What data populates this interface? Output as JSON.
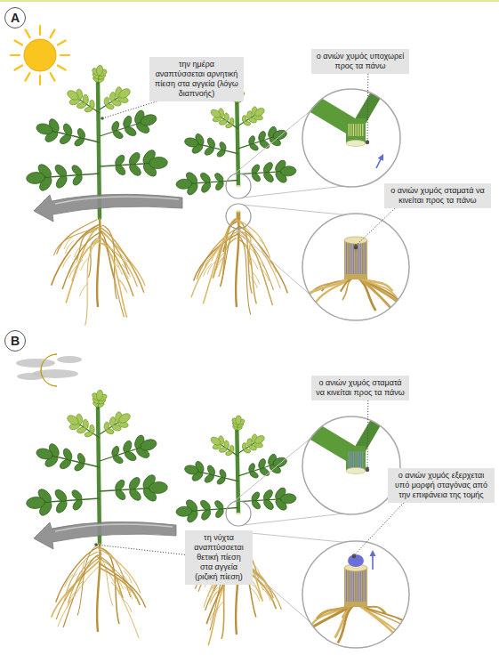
{
  "diagram": {
    "nodes": [
      {
        "text": [
          "A"
        ]
      },
      {
        "text": [
          "την ημέρα αναπτύσσεται αρνητική πίεση στα αγγεία (λόγω διαπνοής)"
        ]
      },
      {
        "text": [
          "ο ανιών χυμός υποχωρεί προς τα πάνω"
        ]
      },
      {
        "text": [
          "ο ανιών χυμός σταματά να κινείται προς τα πάνω"
        ]
      },
      {
        "text": [
          "B"
        ]
      },
      {
        "text": [
          "ο ανιών χυμός σταματά να κινείται προς τα πάνω"
        ]
      },
      {
        "text": [
          "ο ανιών χυμός εξερχεται υπό μορφή σταγόνας από την επιφάνεια της τομής"
        ]
      },
      {
        "text": [
          "τη νύχτα αναπτύσσεται θετική πίεση στα αγγεία (ριζική πίεση)"
        ]
      }
    ]
  }
}
